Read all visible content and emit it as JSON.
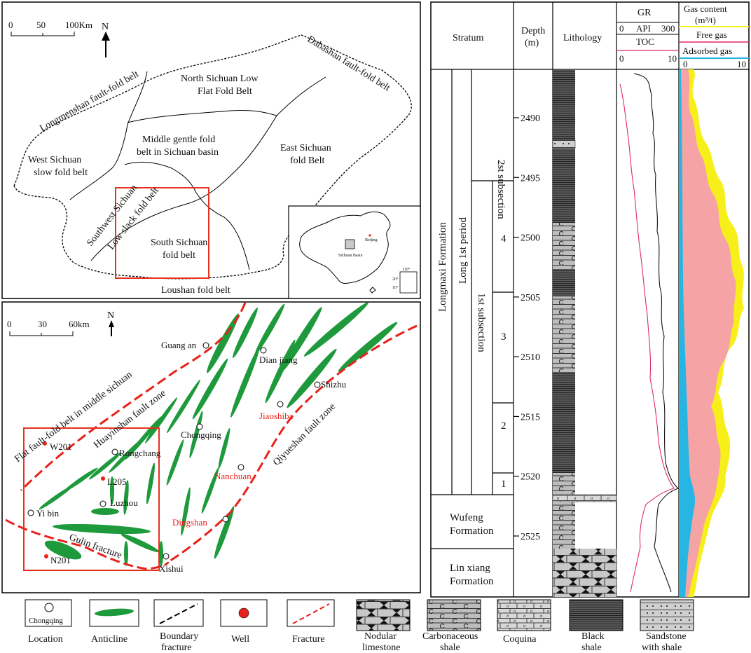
{
  "map1": {
    "scale_labels": [
      "0",
      "50",
      "100Km"
    ],
    "north": "N",
    "belts": [
      "Longmenshan  fault-fold belt",
      "Dabashan fault-fold belt",
      "North Sichuan Low",
      "Flat Fold Belt",
      "Middle gentle fold",
      "belt in Sichuan basin",
      "West Sichuan",
      "slow fold belt",
      "East Sichuan",
      "fold Belt",
      "Southwest Sichuan",
      "Low slack fold belt",
      "South Sichuan",
      "fold belt",
      "Loushan fold belt"
    ],
    "inset": {
      "beijing": "Beijing",
      "basin": "Sichuan Basin",
      "lon": "110°",
      "lat1": "20°",
      "lat2": "10°"
    }
  },
  "map2": {
    "scale_labels": [
      "0",
      "30",
      "60km"
    ],
    "north": "N",
    "cities": [
      "Guang an",
      "Dian jiang",
      "Shizhu",
      "Jiaoshiba",
      "Chongqing",
      "Rongchang",
      "Nanchuan",
      "Luzhou",
      "Dingshan",
      "Yi bin",
      "Xishui"
    ],
    "wells": [
      "W201",
      "L205",
      "N201"
    ],
    "structures": [
      "Flat fault-fold belt in middle sichuan",
      "Huayinshan fault zone",
      "Qiyueshan fault zone",
      "Gulin fracture"
    ]
  },
  "column": {
    "headers": {
      "stratum": "Stratum",
      "depth": "Depth",
      "depth_unit": "(m)",
      "lithology": "Lithology",
      "gr": "GR",
      "gr_scale": [
        "0",
        "API",
        "300"
      ],
      "toc": "TOC",
      "toc_scale": [
        "0",
        "10"
      ],
      "gas": "Gas content",
      "gas_unit": "(m³/t)",
      "free": "Free gas",
      "adsorbed": "Adsorbed gas",
      "gas_scale": [
        "0",
        "10"
      ]
    },
    "formations": [
      "Longmaxi Formation",
      "Long 1st period",
      "2st subsection",
      "1st subsection",
      "Wufeng",
      "Formation",
      "Lin xiang",
      "Formation"
    ],
    "layers": [
      "4",
      "3",
      "2",
      "1"
    ],
    "depths": [
      2490,
      2495,
      2500,
      2505,
      2510,
      2515,
      2520,
      2525
    ]
  },
  "legend": [
    {
      "key": "location",
      "label": "Location",
      "sample": "Chongqing"
    },
    {
      "key": "anticline",
      "label": "Anticline"
    },
    {
      "key": "boundary",
      "label": "Boundary",
      "label2": "fracture"
    },
    {
      "key": "well",
      "label": "Well"
    },
    {
      "key": "fracture",
      "label": "Fracture"
    },
    {
      "key": "nodular",
      "label": "Nodular",
      "label2": "limestone"
    },
    {
      "key": "carbonaceous",
      "label": "Carbonaceous",
      "label2": "shale"
    },
    {
      "key": "coquina",
      "label": "Coquina"
    },
    {
      "key": "black",
      "label": "Black",
      "label2": "shale"
    },
    {
      "key": "sandstone",
      "label": "Sandstone",
      "label2": "with shale"
    }
  ],
  "colors": {
    "anticline": "#1e9a3c",
    "fracture": "#e8211a",
    "well": "#e8211a",
    "toc": "#e0286a",
    "free_gas": "#f6a3a6",
    "adsorbed_gas": "#27b6e3",
    "gas_total": "#f7ef1a",
    "frame_red": "#e8311f"
  }
}
